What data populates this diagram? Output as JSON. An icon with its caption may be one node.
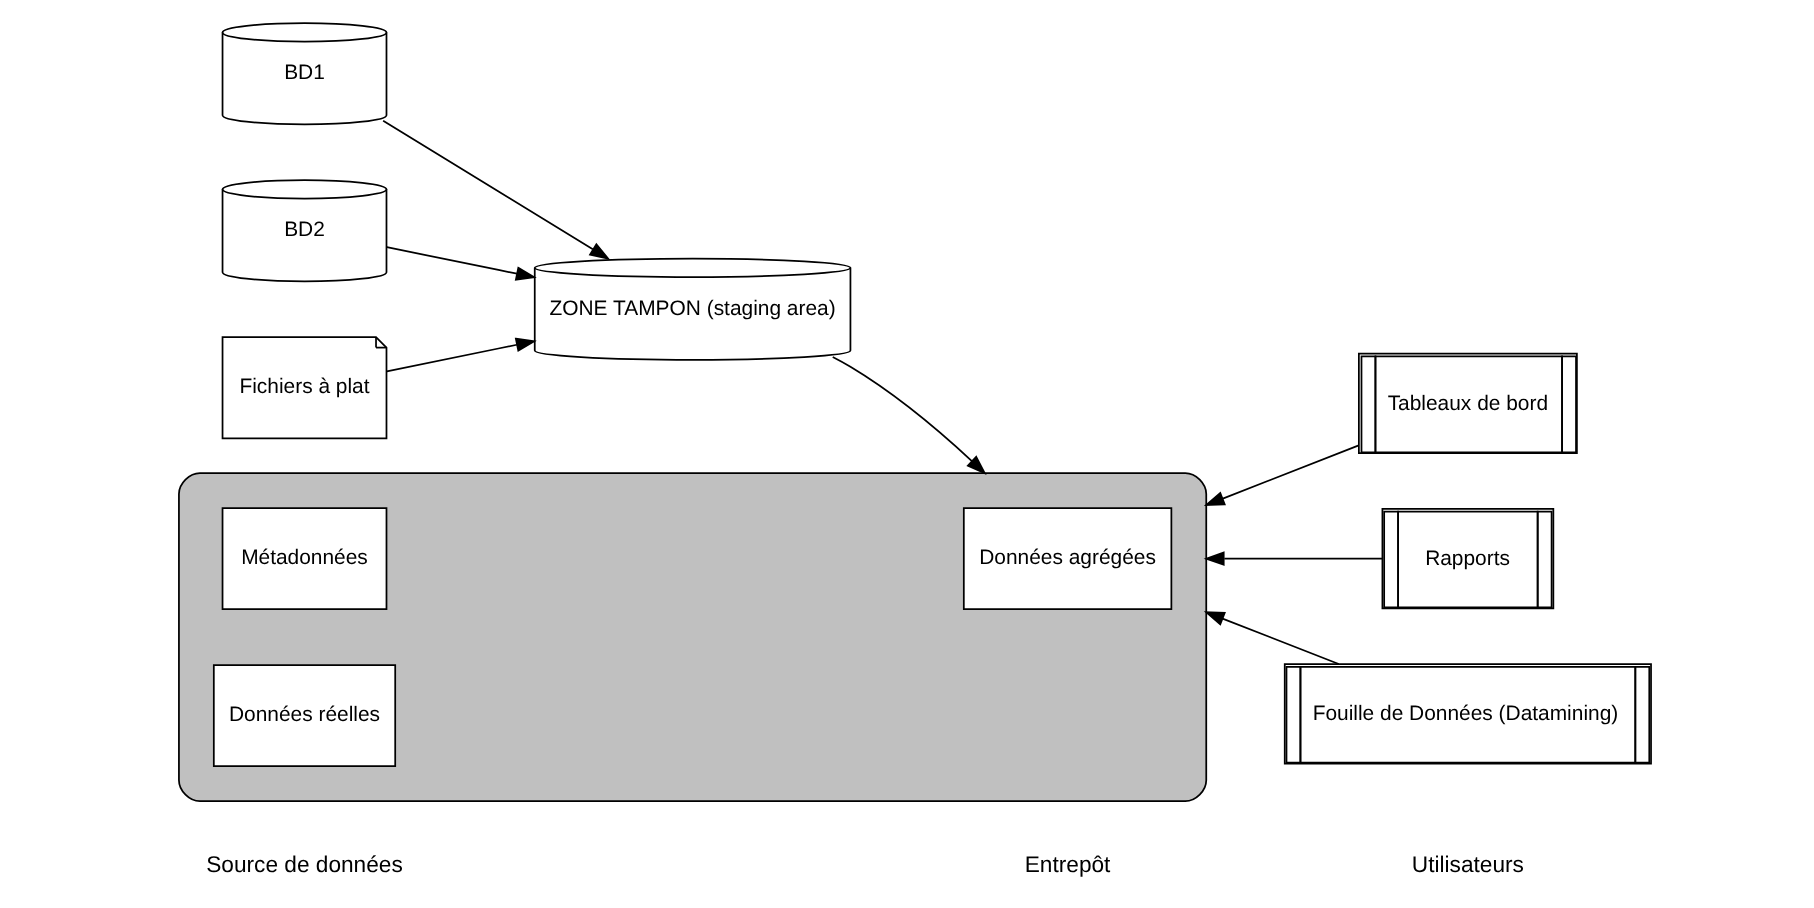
{
  "diagram": {
    "nodes": [
      {
        "text": [
          "BD1"
        ]
      },
      {
        "text": [
          "BD2"
        ]
      },
      {
        "text": [
          "Fichiers à plat"
        ]
      },
      {
        "text": [
          "ZONE TAMPON (staging area)"
        ]
      },
      {
        "text": [],
        "shape": "cylinder"
      },
      {
        "text": [
          "Métadonnées"
        ],
        "in": 4
      },
      {
        "text": [
          "Données agrégées"
        ],
        "in": 4
      },
      {
        "text": [
          "Données réelles"
        ],
        "in": 4
      },
      {
        "text": [
          "Tableaux de bord"
        ]
      },
      {
        "text": [
          "Rapports"
        ]
      },
      {
        "text": [
          "Fouille de Données (Datamining)"
        ]
      }
    ],
    "edges": [
      {
        "from": 0,
        "to": 3,
        "arrow": "to"
      },
      {
        "from": 1,
        "to": 3,
        "arrow": "to"
      },
      {
        "from": 2,
        "to": 3,
        "arrow": "to"
      },
      {
        "from": 3,
        "to": 4,
        "arrow": "to"
      },
      {
        "from": 8,
        "to": 4,
        "arrow": "to"
      },
      {
        "from": 9,
        "to": 4,
        "arrow": "to"
      },
      {
        "from": 10,
        "to": 4,
        "arrow": "to"
      }
    ],
    "labels": [
      "Source de données",
      "Entrepôt",
      "Utilisateurs"
    ]
  }
}
